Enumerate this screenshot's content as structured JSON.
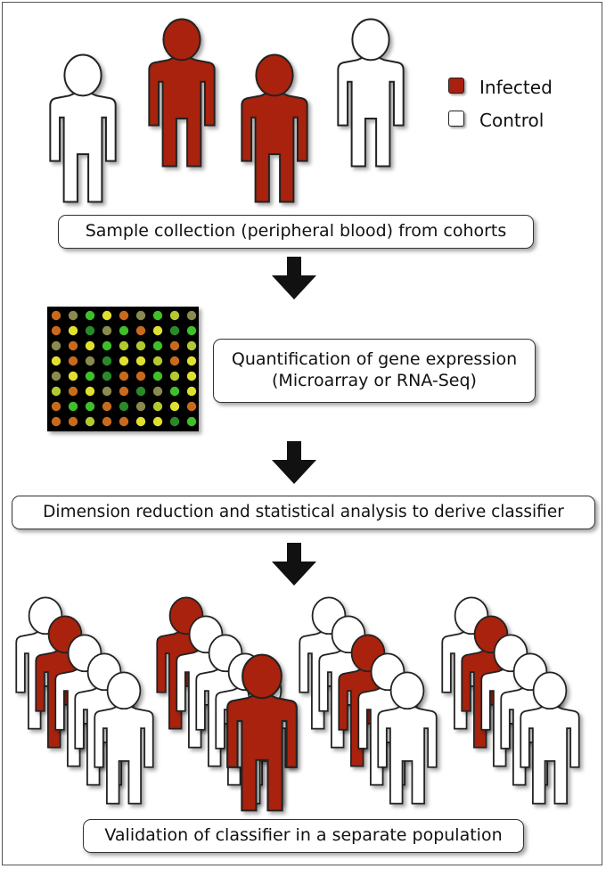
{
  "legend": {
    "infected_label": "Infected",
    "control_label": "Control",
    "infected_color": "#a8200f",
    "control_color": "#ffffff"
  },
  "steps": {
    "collection": "Sample collection (peripheral blood) from cohorts",
    "quantification_line1": "Quantification of gene expression",
    "quantification_line2": "(Microarray or RNA-Seq)",
    "analysis": "Dimension reduction and statistical analysis to derive classifier",
    "validation": "Validation of classifier in a separate population"
  },
  "cohort": [
    "control",
    "infected",
    "infected",
    "control"
  ],
  "icons": {
    "person": "person-icon",
    "arrow": "down-arrow-icon",
    "microarray": "microarray-icon"
  },
  "microarray_colors": [
    "#3fbf2a",
    "#e0e030",
    "#c86a1e",
    "#8a8a50",
    "#2a8a2a",
    "#b4c832"
  ]
}
